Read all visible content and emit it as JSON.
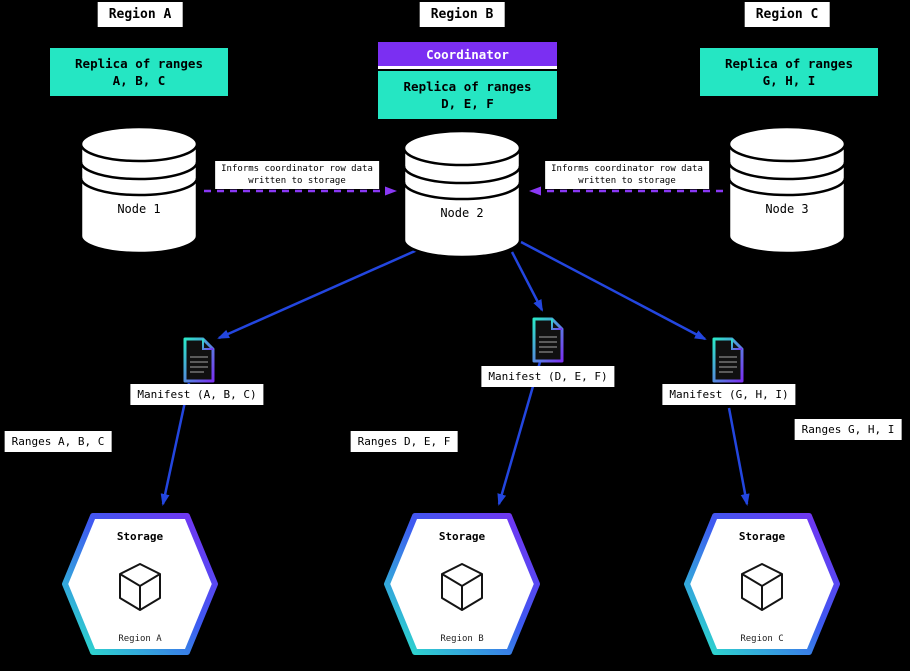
{
  "colors": {
    "background": "#000000",
    "teal_box": "#25E6C3",
    "coordinator_purple": "#7B2FF2",
    "arrow_blue": "#2346DF",
    "dashed_arrow_purple": "#8A38F5",
    "label_background": "#FFFFFF",
    "text_black": "#000000"
  },
  "coordinator": {
    "label": "Coordinator"
  },
  "inform_note": {
    "line1": "Informs coordinator row data",
    "line2": "written to storage"
  },
  "regions": [
    {
      "header": "Region A",
      "replica_line1": "Replica of ranges",
      "replica_line2": "A, B, C",
      "node_label": "Node 1",
      "manifest_label": "Manifest (A, B, C)",
      "ranges_label": "Ranges A, B, C",
      "storage_title": "Storage",
      "storage_region": "Region A"
    },
    {
      "header": "Region B",
      "replica_line1": "Replica of ranges",
      "replica_line2": "D, E, F",
      "node_label": "Node 2",
      "manifest_label": "Manifest (D, E, F)",
      "ranges_label": "Ranges D, E, F",
      "storage_title": "Storage",
      "storage_region": "Region B"
    },
    {
      "header": "Region C",
      "replica_line1": "Replica of ranges",
      "replica_line2": "G, H, I",
      "node_label": "Node 3",
      "manifest_label": "Manifest (G, H, I)",
      "ranges_label": "Ranges G, H, I",
      "storage_title": "Storage",
      "storage_region": "Region C"
    }
  ]
}
